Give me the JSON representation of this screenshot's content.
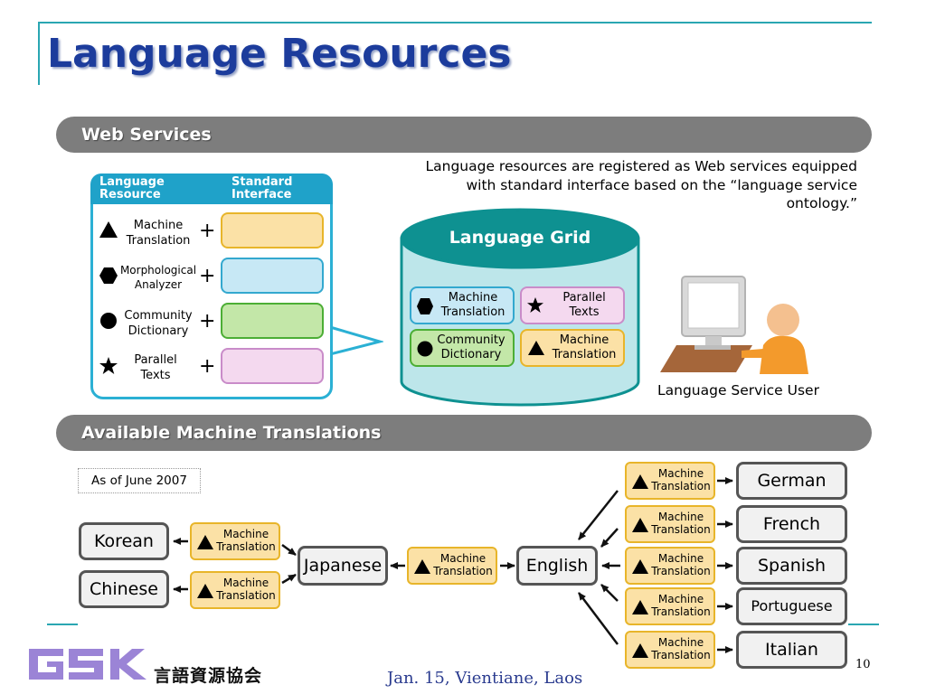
{
  "title": "Language Resources",
  "sections": {
    "web_services": "Web Services",
    "available_mt": "Available Machine Translations"
  },
  "note": [
    "Language resources are registered as Web services equipped",
    "with standard interface based on the “language service",
    "ontology.”"
  ],
  "panel": {
    "header_left": [
      "Language",
      "Resource"
    ],
    "header_right": [
      "Standard",
      "Interface"
    ],
    "rows": [
      {
        "line1": "Machine",
        "line2": "Translation",
        "symbol": "triangle",
        "color": "#fbe1a6"
      },
      {
        "line1": "Morphological",
        "line2": "Analyzer",
        "symbol": "hexagon",
        "color": "#c7e8f5"
      },
      {
        "line1": "Community",
        "line2": "Dictionary",
        "symbol": "circle",
        "color": "#c3e7a8"
      },
      {
        "line1": "Parallel",
        "line2": "Texts",
        "symbol": "star",
        "color": "#f4d9ef"
      }
    ],
    "plus": "+"
  },
  "grid": {
    "title": "Language Grid",
    "cells": [
      {
        "line1": "Machine",
        "line2": "Translation"
      },
      {
        "line1": "Parallel",
        "line2": "Texts"
      },
      {
        "line1": "Community",
        "line2": "Dictionary"
      },
      {
        "line1": "Machine",
        "line2": "Translation"
      }
    ]
  },
  "user_label": "Language Service User",
  "as_of": "As of June 2007",
  "languages": {
    "korean": "Korean",
    "chinese": "Chinese",
    "japanese": "Japanese",
    "english": "English",
    "german": "German",
    "french": "French",
    "spanish": "Spanish",
    "portuguese": "Portuguese",
    "italian": "Italian"
  },
  "mt_label": {
    "line1": "Machine",
    "line2": "Translation"
  },
  "footer": {
    "logo_text": "言語資源協会",
    "event": "Jan. 15, Vientiane, Laos",
    "page": "10"
  },
  "colors": {
    "title": "#1c3c9c",
    "accent": "#2aa6b2",
    "band": "#7d7d7d",
    "mt_fill": "#fbe1a6",
    "grid_teal": "#0e9191",
    "logo_purple": "#9b84d6"
  }
}
